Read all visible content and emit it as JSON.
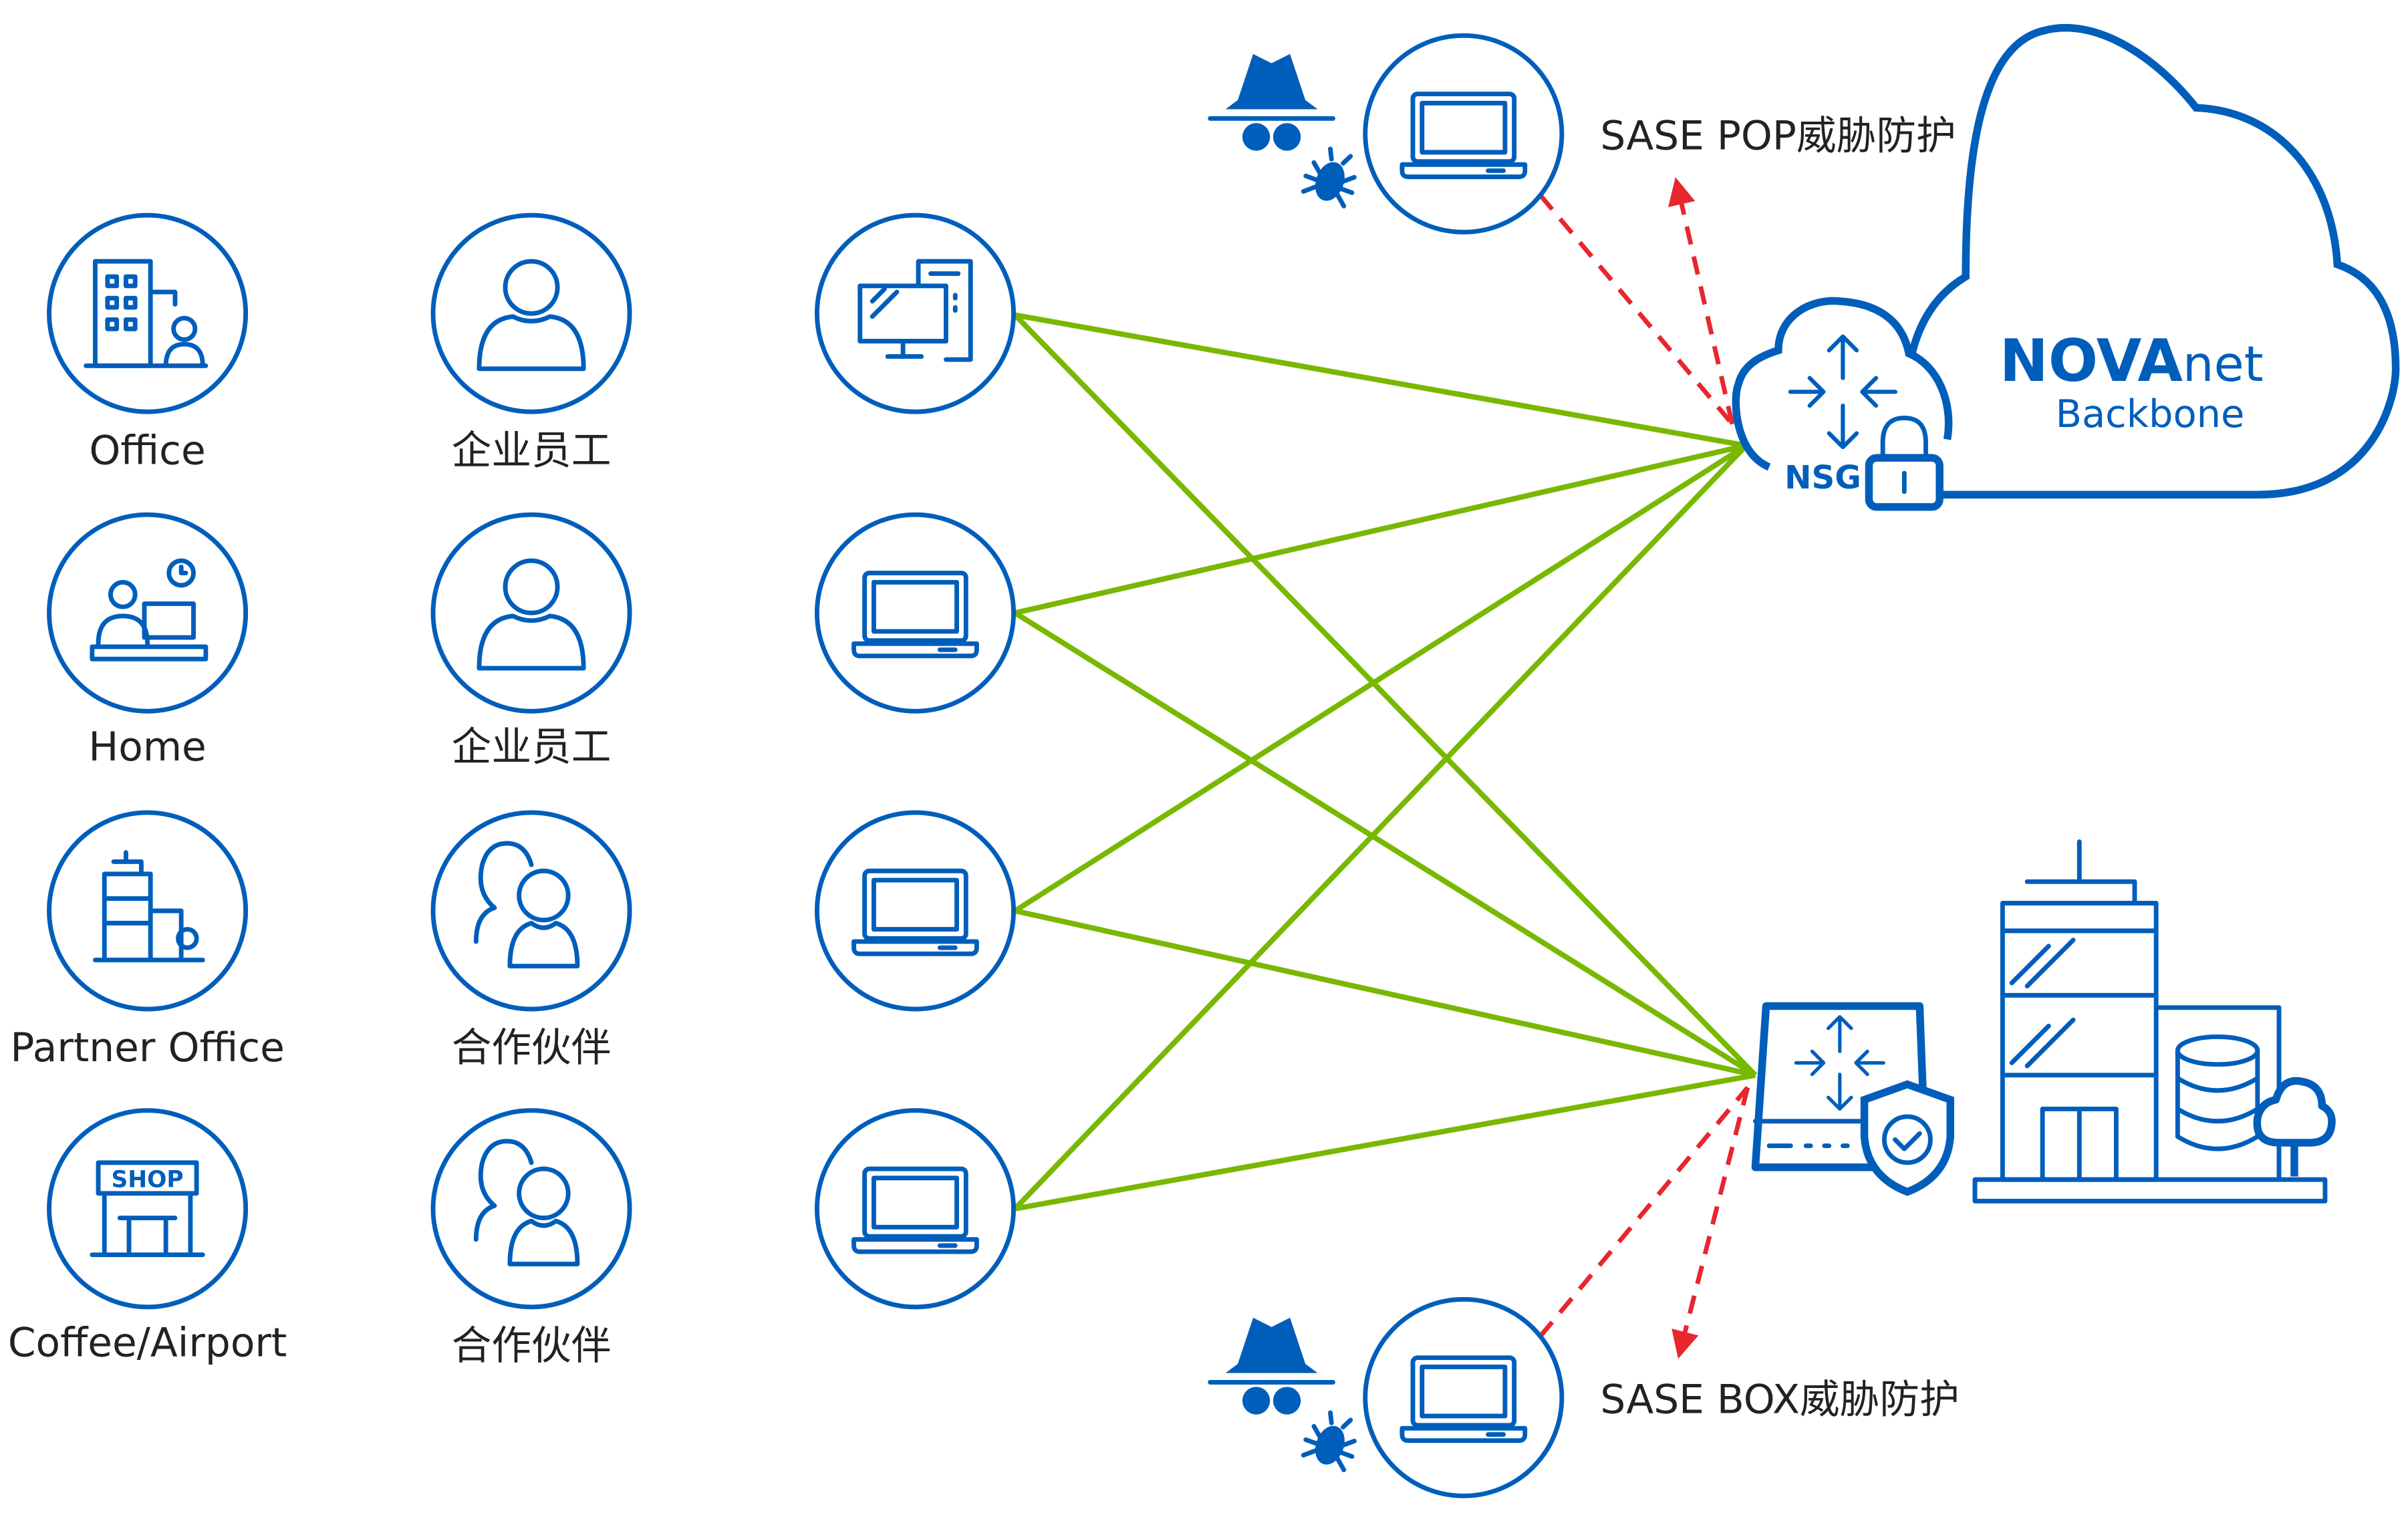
{
  "colors": {
    "brand_blue": "#005EBB",
    "link_green": "#78B800",
    "threat_red": "#E8262E"
  },
  "locations": [
    {
      "label": "Office",
      "icon": "office-building-icon"
    },
    {
      "label": "Home",
      "icon": "home-worker-icon"
    },
    {
      "label": "Partner Office",
      "icon": "partner-office-icon"
    },
    {
      "label": "Coffee/Airport",
      "icon": "shop-icon",
      "sign": "SHOP"
    }
  ],
  "users": [
    {
      "label": "企业员工",
      "icon": "user-icon"
    },
    {
      "label": "企业员工",
      "icon": "user-icon"
    },
    {
      "label": "合作伙伴",
      "icon": "users-group-icon"
    },
    {
      "label": "合作伙伴",
      "icon": "users-group-icon"
    }
  ],
  "devices": [
    {
      "icon": "desktop-computer-icon"
    },
    {
      "icon": "laptop-icon"
    },
    {
      "icon": "laptop-icon"
    },
    {
      "icon": "laptop-icon"
    }
  ],
  "threats": {
    "top": {
      "label": "SASE POP威胁防护",
      "icons": [
        "hacker-icon",
        "bug-icon",
        "laptop-icon"
      ]
    },
    "bottom": {
      "label": "SASE BOX威胁防护",
      "icons": [
        "hacker-icon",
        "bug-icon",
        "laptop-icon"
      ]
    }
  },
  "cloud": {
    "brand_bold": "NOVA",
    "brand_light": "net",
    "subtitle": "Backbone",
    "nsg_label": "NSG"
  },
  "datacenter": {
    "icons": [
      "sase-box-gateway-icon",
      "shield-check-icon",
      "headquarters-building-icon",
      "database-icon",
      "tree-icon"
    ]
  }
}
